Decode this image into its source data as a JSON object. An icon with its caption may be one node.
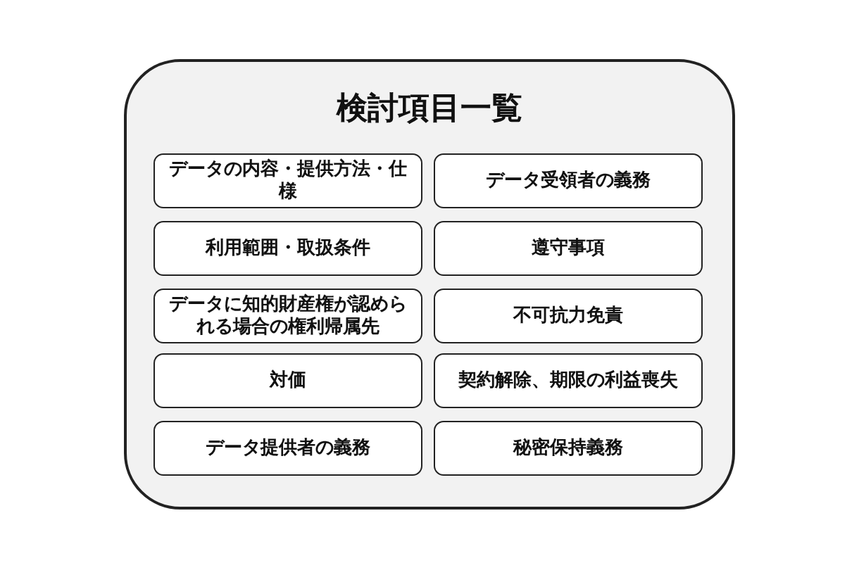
{
  "diagram": {
    "nodes": [
      {
        "text": [
          "検討項目一覧"
        ]
      },
      {
        "text": [
          "データの内容・提供方法・仕様"
        ],
        "in": 0
      },
      {
        "text": [
          "データ受領者の義務"
        ],
        "in": 0
      },
      {
        "text": [
          "利用範囲・取扱条件"
        ],
        "in": 0
      },
      {
        "text": [
          "遵守事項"
        ],
        "in": 0
      },
      {
        "text": [
          "データに知的財産権が認められる場合の権利帰属先"
        ],
        "in": 0
      },
      {
        "text": [
          "不可抗力免責"
        ],
        "in": 0
      },
      {
        "text": [
          "対価"
        ],
        "in": 0
      },
      {
        "text": [
          "契約解除、期限の利益喪失"
        ],
        "in": 0
      },
      {
        "text": [
          "データ提供者の義務"
        ],
        "in": 0
      },
      {
        "text": [
          "秘密保持義務"
        ],
        "in": 0
      }
    ]
  }
}
